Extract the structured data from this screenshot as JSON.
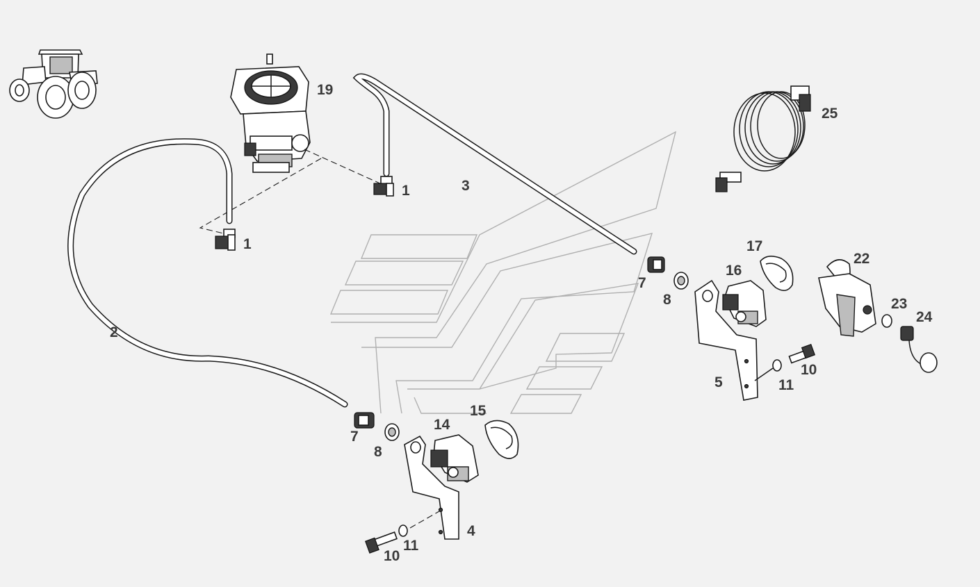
{
  "diagram": {
    "callouts": [
      {
        "id": "c-19",
        "label": "19"
      },
      {
        "id": "c-1a",
        "label": "1"
      },
      {
        "id": "c-1b",
        "label": "1"
      },
      {
        "id": "c-3",
        "label": "3"
      },
      {
        "id": "c-25",
        "label": "25"
      },
      {
        "id": "c-2",
        "label": "2"
      },
      {
        "id": "c-17",
        "label": "17"
      },
      {
        "id": "c-16",
        "label": "16"
      },
      {
        "id": "c-22",
        "label": "22"
      },
      {
        "id": "c-7a",
        "label": "7"
      },
      {
        "id": "c-8a",
        "label": "8"
      },
      {
        "id": "c-23",
        "label": "23"
      },
      {
        "id": "c-24",
        "label": "24"
      },
      {
        "id": "c-10a",
        "label": "10"
      },
      {
        "id": "c-11a",
        "label": "11"
      },
      {
        "id": "c-5",
        "label": "5"
      },
      {
        "id": "c-15",
        "label": "15"
      },
      {
        "id": "c-14",
        "label": "14"
      },
      {
        "id": "c-7b",
        "label": "7"
      },
      {
        "id": "c-8b",
        "label": "8"
      },
      {
        "id": "c-4",
        "label": "4"
      },
      {
        "id": "c-11b",
        "label": "11"
      },
      {
        "id": "c-10b",
        "label": "10"
      }
    ],
    "icon": "tractor-icon",
    "watermark": "stripe-logo-watermark"
  }
}
